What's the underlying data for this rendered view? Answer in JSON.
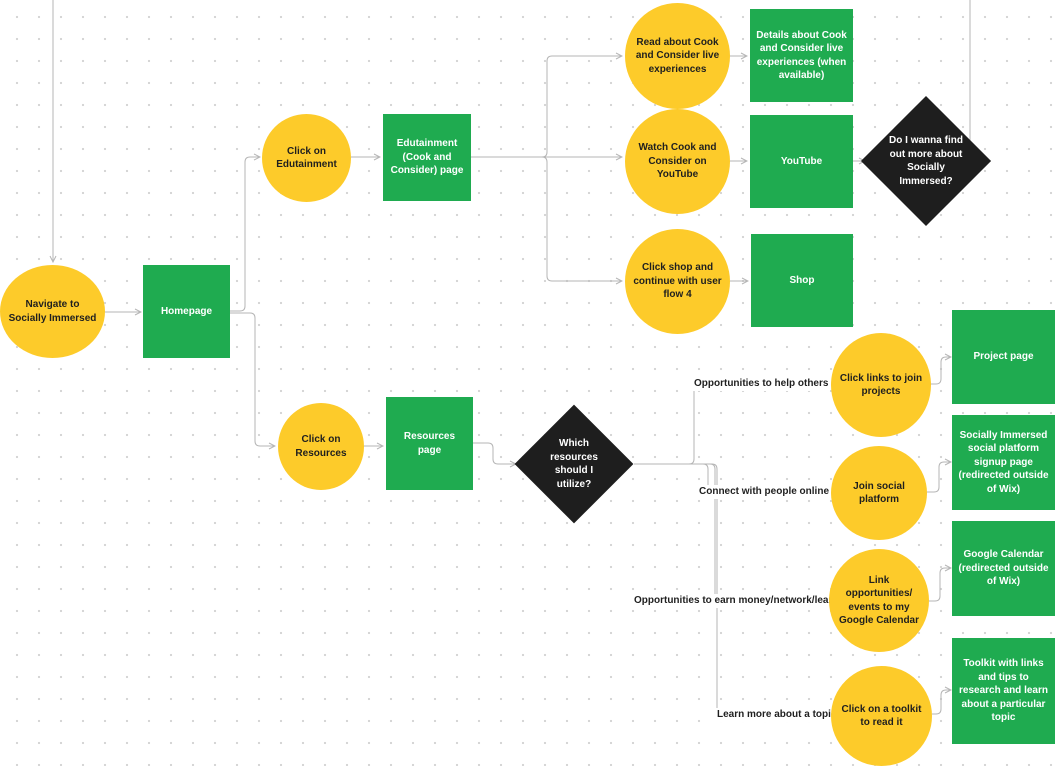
{
  "nodes": {
    "navigate": "Navigate to Socially Immersed",
    "homepage": "Homepage",
    "click_edutainment": "Click on Edutainment",
    "edutainment_page": "Edutainment (Cook and Consider) page",
    "read_cook": "Read about Cook and Consider live experiences",
    "details_cook": "Details about Cook and Consider live experiences (when available)",
    "watch_cook": "Watch Cook and Consider on YouTube",
    "youtube": "YouTube",
    "find_out_more": "Do I wanna find out more about Socially Immersed?",
    "click_shop": "Click shop and continue with user flow 4",
    "shop": "Shop",
    "click_resources": "Click on Resources",
    "resources_page": "Resources page",
    "which_resources": "Which resources should I utilize?",
    "join_projects": "Click links to join projects",
    "project_page": "Project page",
    "join_social": "Join social platform",
    "signup_page": "Socially Immersed social platform signup page (redirected outside of Wix)",
    "link_calendar": "Link opportunities/ events to my Google Calendar",
    "google_calendar": "Google Calendar (redirected outside of Wix)",
    "click_toolkit": "Click on a toolkit to read it",
    "toolkit": "Toolkit with links and tips to research and learn about a particular topic"
  },
  "edge_labels": {
    "help_others": "Opportunities to help others",
    "connect_online": "Connect with people online",
    "earn_money": "Opportunities to earn money/network/learn",
    "learn_topic": "Learn more about a topic"
  },
  "colors": {
    "action": "#fdcb2a",
    "page": "#1fab50",
    "decision": "#1e1e1e",
    "connector": "#b5b5b5"
  }
}
